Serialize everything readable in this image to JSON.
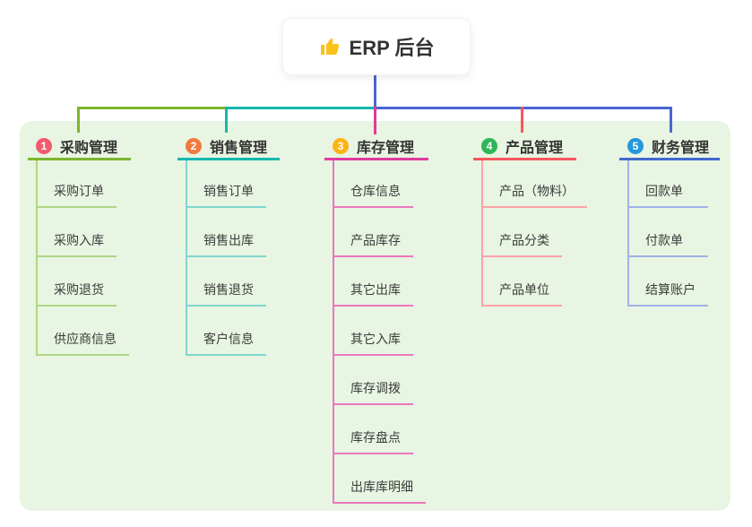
{
  "root": {
    "label": "ERP 后台",
    "icon": "thumbs-up",
    "stem_color": "#4b66d2"
  },
  "panel": {
    "background": "#e8f5e2"
  },
  "connectors": {
    "green": "#7cb52e",
    "teal": "#14b8ae",
    "magenta": "#e03a9a",
    "red": "#f8555d",
    "blue": "#4b66d2"
  },
  "branches": [
    {
      "number": "1",
      "title": "采购管理",
      "badge_color": "#f25b6f",
      "accent_color": "#7cb52e",
      "line_color": "#afd683",
      "items": [
        "采购订单",
        "采购入库",
        "采购退货",
        "供应商信息"
      ]
    },
    {
      "number": "2",
      "title": "销售管理",
      "badge_color": "#f0793f",
      "accent_color": "#14b8ae",
      "line_color": "#7fd6cd",
      "items": [
        "销售订单",
        "销售出库",
        "销售退货",
        "客户信息"
      ]
    },
    {
      "number": "3",
      "title": "库存管理",
      "badge_color": "#fcb315",
      "accent_color": "#e03a9a",
      "line_color": "#ec77bd",
      "items": [
        "仓库信息",
        "产品库存",
        "其它出库",
        "其它入库",
        "库存调拨",
        "库存盘点",
        "出库库明细"
      ]
    },
    {
      "number": "4",
      "title": "产品管理",
      "badge_color": "#2eb656",
      "accent_color": "#f8555d",
      "line_color": "#fba3a7",
      "items": [
        "产品（物料）",
        "产品分类",
        "产品单位"
      ]
    },
    {
      "number": "5",
      "title": "财务管理",
      "badge_color": "#2698dd",
      "accent_color": "#4368cf",
      "line_color": "#9fb3e6",
      "items": [
        "回款单",
        "付款单",
        "结算账户"
      ]
    }
  ]
}
